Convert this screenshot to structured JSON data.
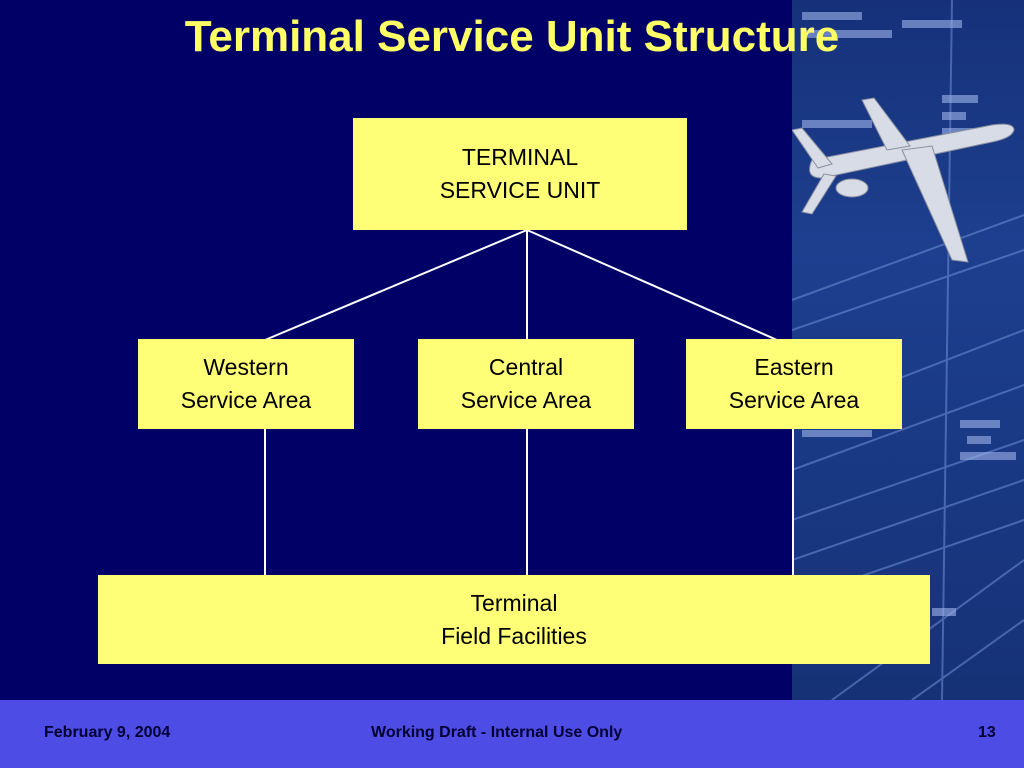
{
  "slide": {
    "title": "Terminal Service Unit Structure"
  },
  "org_chart": {
    "top": {
      "line1": "TERMINAL",
      "line2": "SERVICE UNIT"
    },
    "areas": [
      {
        "line1": "Western",
        "line2": "Service Area"
      },
      {
        "line1": "Central",
        "line2": "Service Area"
      },
      {
        "line1": "Eastern",
        "line2": "Service Area"
      }
    ],
    "bottom": {
      "line1": "Terminal",
      "line2": "Field Facilities"
    }
  },
  "footer": {
    "date": "February 9, 2004",
    "center": "Working Draft -  Internal Use Only",
    "page": "13"
  },
  "colors": {
    "background": "#000066",
    "box_fill": "#ffff77",
    "title": "#ffff66",
    "footer_bar": "#4d4de6"
  }
}
